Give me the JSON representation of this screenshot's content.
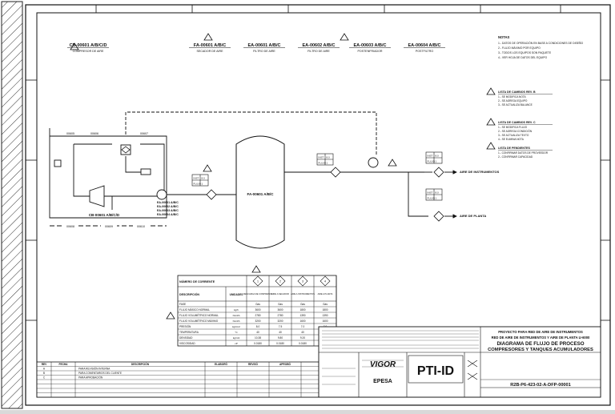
{
  "header_tags": [
    {
      "tag": "CB-00601 A/B/C/D",
      "desc": "COMPRESOR DE AIRE"
    },
    {
      "tag": "FA-00601 A/B/C",
      "desc": "SECADOR DE AIRE"
    },
    {
      "tag": "EA-00601 A/B/C",
      "desc": "FILTRO DE AIRE"
    },
    {
      "tag": "EA-00602 A/B/C",
      "desc": "FILTRO DE AIRE"
    },
    {
      "tag": "EA-00603 A/B/C",
      "desc": "POSTENFRIADOR"
    },
    {
      "tag": "EA-00604 A/B/C",
      "desc": "POSTFILTRO"
    }
  ],
  "equipment": {
    "tank_label": "FA-00601 A/B/C",
    "compressor_label": "CB-00601 A/B/C/D",
    "compressor_list": [
      "EA-00601 A/B/C",
      "EA-00602 A/B/C",
      "EA-00603 A/B/C",
      "EA-00604 A/B/C"
    ],
    "outlet_1": "AIRE DE INSTRUMENTOS",
    "outlet_2": "AIRE DE PLANTA"
  },
  "line_labels": [
    "00605",
    "00606",
    "00607",
    "00608",
    "00609",
    "00610"
  ],
  "stream_boxes": [
    {
      "name": "INST",
      "value": "8.0"
    },
    {
      "name": "FLUJO",
      "value": "1"
    }
  ],
  "notes": {
    "heading": "NOTAS",
    "items": [
      "1.- DATOS DE OPERACIÓN EN BASE A CONDICIONES DE DISEÑO",
      "2.- FLUJO MÁXIMO POR EQUIPO",
      "3.- TODOS LOS EQUIPOS SON PAQUETE",
      "4.- VER HOJA DE DATOS DEL EQUIPO"
    ],
    "groups": [
      {
        "title": "LISTA DE CAMBIOS REV. B",
        "items": [
          "1.- SE MODIFICA NOTA",
          "2.- SE AGREGA EQUIPO",
          "3.- SE ACTUALIZA BALANCE"
        ]
      },
      {
        "title": "LISTA DE CAMBIOS REV. C",
        "items": [
          "1.- SE MODIFICA FLUJO",
          "2.- SE AGREGA CONDICIÓN",
          "3.- SE ACTUALIZA TEXTO",
          "4.- SE ELIMINA NOTA"
        ]
      },
      {
        "title": "LISTA DE PENDIENTES",
        "items": [
          "1.- CONFIRMAR DATOS DE PROVEEDOR",
          "2.- CONFIRMAR CAPACIDAD"
        ]
      }
    ]
  },
  "balance_table": {
    "header_row_label": "NÚMERO DE CORRIENTE",
    "desc_label": "DESCRIPCIÓN",
    "units_label": "UNIDADES",
    "streams": [
      "1",
      "2",
      "3",
      "4"
    ],
    "descriptions": [
      "DESCARGA DE COMPRESOR",
      "AIRE A SECADOR",
      "AIRE A INSTRUMENTOS",
      "AIRE A PLANTA"
    ],
    "rows": [
      {
        "label": "FASE",
        "unit": "",
        "values": [
          "Gas",
          "Gas",
          "Gas",
          "Gas"
        ]
      },
      {
        "label": "FLUJO MÁSICO NORMAL",
        "unit": "kg/h",
        "values": [
          "3600",
          "3600",
          "1800",
          "1800"
        ]
      },
      {
        "label": "FLUJO VOLUMÉTRICO NORMAL",
        "unit": "Nm3/h",
        "values": [
          "2780",
          "2780",
          "1390",
          "1390"
        ]
      },
      {
        "label": "FLUJO VOLUMÉTRICO MÁXIMO",
        "unit": "Nm3/h",
        "values": [
          "3200",
          "3200",
          "1600",
          "1600"
        ]
      },
      {
        "label": "PRESIÓN",
        "unit": "kg/cm2",
        "values": [
          "8.0",
          "7.5",
          "7.0",
          "7.0"
        ]
      },
      {
        "label": "TEMPERATURA",
        "unit": "°C",
        "values": [
          "40",
          "40",
          "40",
          "40"
        ]
      },
      {
        "label": "DENSIDAD",
        "unit": "kg/m3",
        "values": [
          "10.38",
          "9.80",
          "9.20",
          "9.20"
        ]
      },
      {
        "label": "VISCOSIDAD",
        "unit": "cP",
        "values": [
          "0.0180",
          "0.0180",
          "0.0180",
          "0.0180"
        ]
      }
    ]
  },
  "title_block": {
    "project": "PROYECTO PARA RED DE AIRE DE INSTRUMENTOS",
    "subtitle": "RED DE AIRE DE INSTRUMENTOS Y AIRE DE PLANTA U-6000",
    "title_1": "DIAGRAMA DE FLUJO DE PROCESO",
    "title_2": "COMPRESORES Y TANQUES ACUMULADORES",
    "doc_number": "R2B-P6-423-02-A-DFP-00001",
    "logo_text": "PTI-ID",
    "company_1": "VIGOR",
    "company_2": "EPESA"
  },
  "revision_table": {
    "headers": [
      "REV",
      "FECHA",
      "DESCRIPCIÓN",
      "ELABORÓ",
      "REVISÓ",
      "APROBÓ"
    ],
    "rows": [
      {
        "rev": "A",
        "desc": "PARA REVISIÓN INTERNA"
      },
      {
        "rev": "B",
        "desc": "PARA COMENTARIOS DEL CLIENTE"
      },
      {
        "rev": "C",
        "desc": "PARA APROBACIÓN"
      }
    ]
  }
}
